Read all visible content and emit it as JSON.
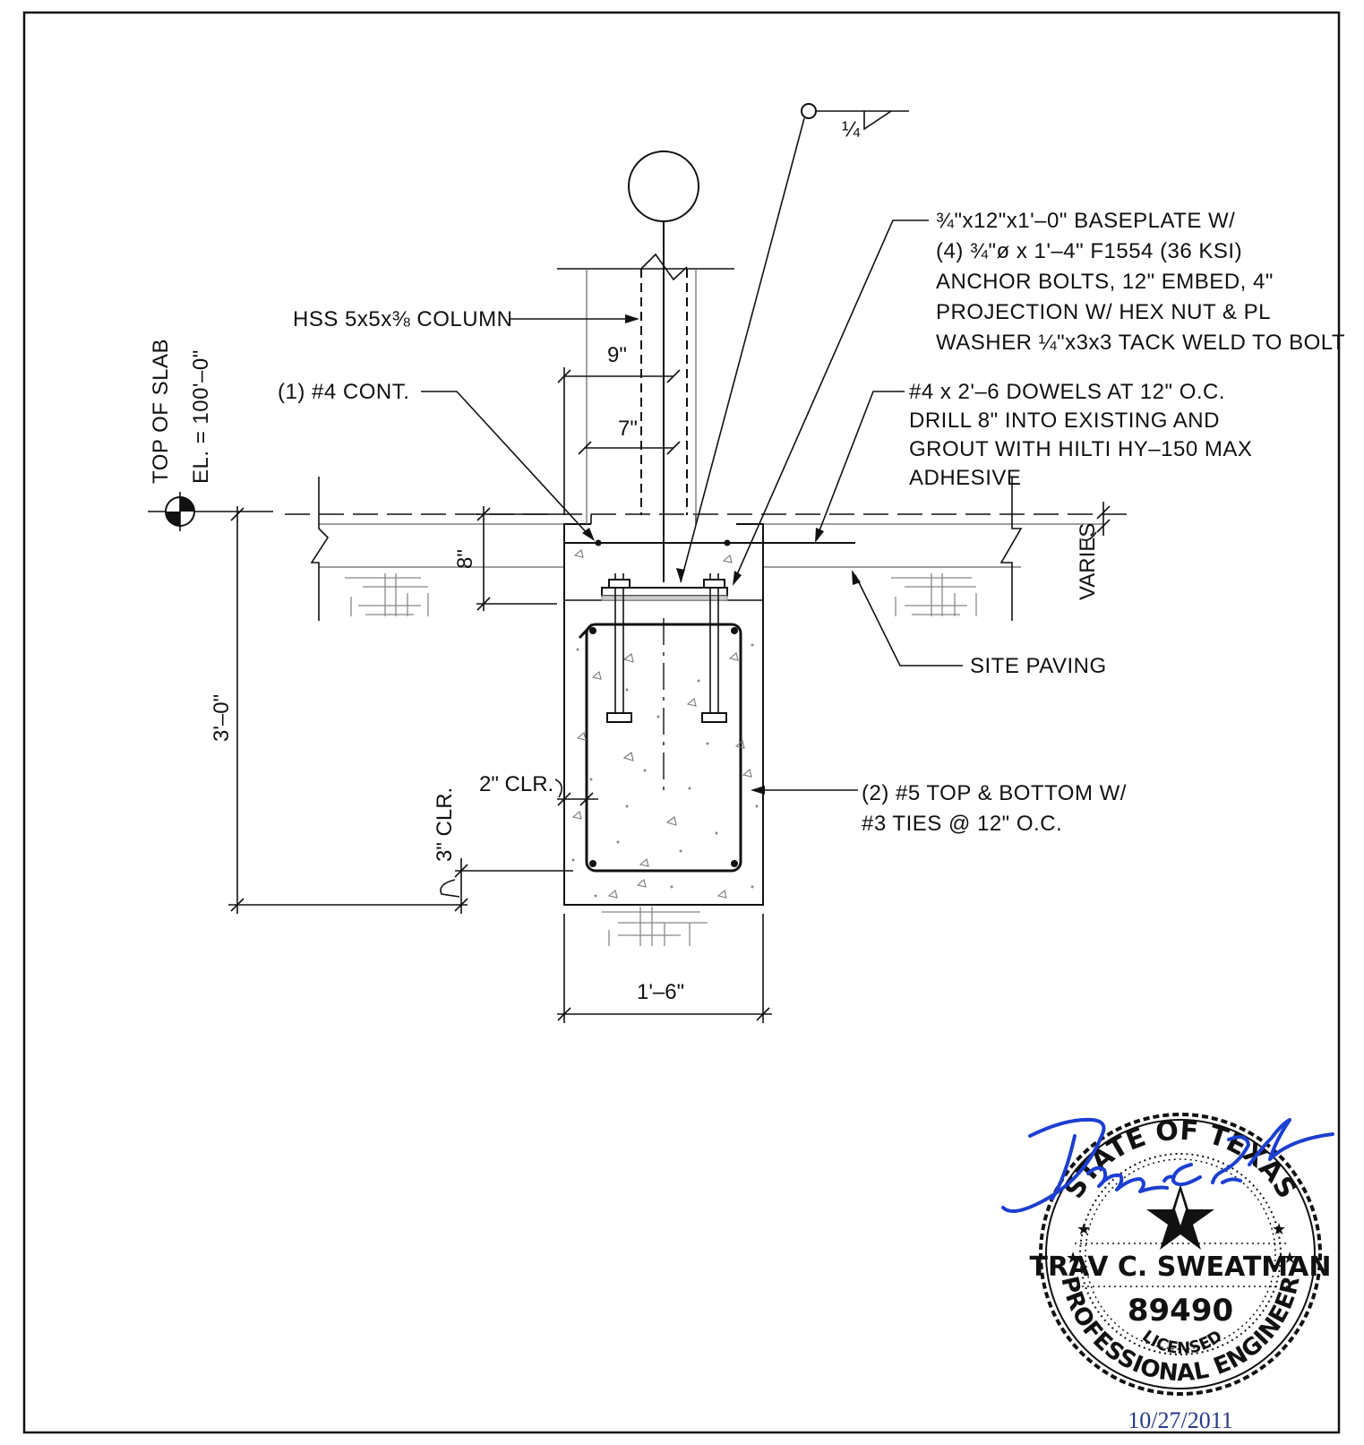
{
  "drawing": {
    "column_note": "HSS 5x5x⅜ COLUMN",
    "weld_symbol": "¼",
    "baseplate_note": [
      "¾\"x12\"x1'–0\" BASEPLATE W/",
      "(4) ¾\"ø x 1'–4\" F1554 (36 KSI)",
      "ANCHOR BOLTS, 12\" EMBED, 4\"",
      "PROJECTION W/ HEX NUT & PL",
      "WASHER ¼\"x3x3 TACK WELD TO BOLT"
    ],
    "dowel_note": [
      "#4 x 2'–6 DOWELS AT 12\" O.C.",
      "DRILL 8\" INTO EXISTING AND",
      "GROUT WITH HILTI HY–150 MAX",
      "ADHESIVE"
    ],
    "cont_note": "(1) #4 CONT.",
    "paving_note": "SITE PAVING",
    "reinf_note": [
      "(2) #5 TOP & BOTTOM W/",
      "#3 TIES @ 12\" O.C."
    ],
    "elevation_label": {
      "line1": "TOP OF SLAB",
      "line2": "EL. = 100'–0\""
    },
    "dims": {
      "col_offset_outer": "9\"",
      "col_offset_inner": "7\"",
      "slab_depth": "8\"",
      "footing_depth": "3'–0\"",
      "side_clear": "2\" CLR.",
      "bottom_clear": "3\" CLR.",
      "footing_width": "1'–6\"",
      "varies": "VARIES"
    }
  },
  "seal": {
    "state_text": "STATE OF TEXAS",
    "name": "TRAV C. SWEATMAN",
    "license_number": "89490",
    "licensed": "LICENSED",
    "profession": "PROFESSIONAL ENGINEER",
    "date": "10/27/2011",
    "signature_color": "#1c3fd1",
    "date_color": "#2a3a8c"
  }
}
